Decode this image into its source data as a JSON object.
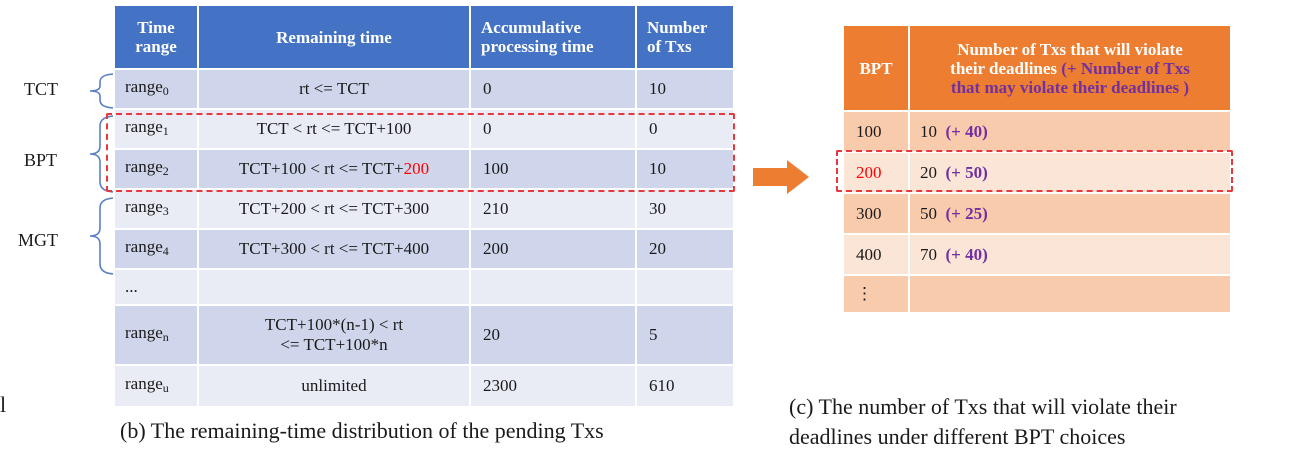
{
  "table_b": {
    "headers": {
      "time_range": [
        "Time",
        "range"
      ],
      "remaining_time": "Remaining time",
      "accumulative": [
        "Accumulative",
        "processing time"
      ],
      "number": [
        "Number",
        "of Txs"
      ]
    },
    "rows": [
      {
        "range": "range",
        "sub": "0",
        "rt": "rt <= TCT",
        "acc": "0",
        "num": "10"
      },
      {
        "range": "range",
        "sub": "1",
        "rt": "TCT < rt <= TCT+100",
        "acc": "0",
        "num": "0"
      },
      {
        "range": "range",
        "sub": "2",
        "rt_prefix": "TCT+100 < rt <= TCT+",
        "rt_red": "200",
        "acc": "100",
        "num": "10"
      },
      {
        "range": "range",
        "sub": "3",
        "rt": "TCT+200 < rt <= TCT+300",
        "acc": "210",
        "num": "30"
      },
      {
        "range": "range",
        "sub": "4",
        "rt": "TCT+300 < rt <= TCT+400",
        "acc": "200",
        "num": "20"
      },
      {
        "range": "...",
        "sub": "",
        "rt": "",
        "acc": "",
        "num": ""
      },
      {
        "range": "range",
        "sub": "n",
        "rt_line1": "TCT+100*(n-1) < rt",
        "rt_line2": "<= TCT+100*n",
        "acc": "20",
        "num": "5"
      },
      {
        "range": "range",
        "sub": "u",
        "rt": "unlimited",
        "acc": "2300",
        "num": "610"
      }
    ],
    "caption": "(b) The remaining-time  distribution  of the pending Txs"
  },
  "side_labels": {
    "tct": "TCT",
    "bpt": "BPT",
    "mgt": "MGT"
  },
  "stray_char": "l",
  "table_c": {
    "headers": {
      "bpt": "BPT",
      "desc_line1": "Number of Txs that will violate",
      "desc_line2_white": "their deadlines ",
      "desc_line2_purple": "(+ Number of Txs",
      "desc_line3_purple": "that may violate their deadlines )"
    },
    "rows": [
      {
        "bpt": "100",
        "val": "10",
        "plus": "(+ 40)"
      },
      {
        "bpt": "200",
        "val": "20",
        "plus": "(+ 50)"
      },
      {
        "bpt": "300",
        "val": "50",
        "plus": "(+ 25)"
      },
      {
        "bpt": "400",
        "val": "70",
        "plus": "(+ 40)"
      },
      {
        "bpt": "⋮",
        "val": "",
        "plus": ""
      }
    ],
    "caption_line1": "(c) The number of Txs that will violate their",
    "caption_line2": "deadlines under different  BPT choices"
  },
  "colors": {
    "blue_header": "#4472c4",
    "blue_row_dark": "#cfd5ea",
    "blue_row_light": "#e9ebf5",
    "orange_header": "#ed7d31",
    "orange_row_dark": "#f8cbad",
    "orange_row_light": "#fbe5d6",
    "highlight_red": "#ff0000",
    "purple": "#7030a0",
    "dash_red": "#e8383d"
  }
}
